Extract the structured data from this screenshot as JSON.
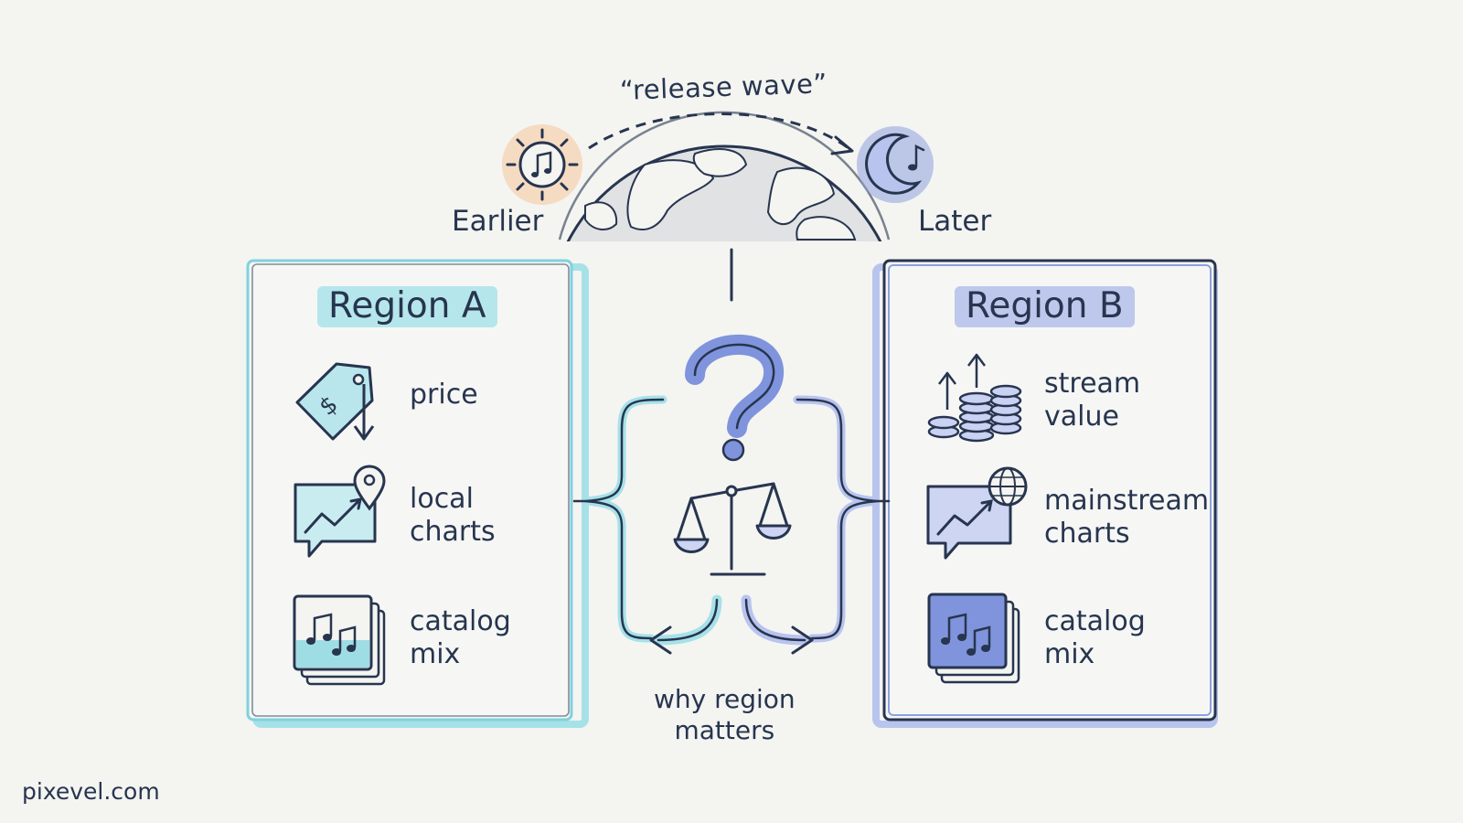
{
  "wave_label": "“release wave”",
  "time_labels": {
    "earlier": "Earlier",
    "later": "Later"
  },
  "region_a": {
    "title": "Region A",
    "items": [
      {
        "label": "price",
        "icon": "price-tag-down-icon"
      },
      {
        "label": "local\ncharts",
        "icon": "local-chart-pin-icon"
      },
      {
        "label": "catalog\nmix",
        "icon": "music-catalog-stack-icon"
      }
    ]
  },
  "region_b": {
    "title": "Region B",
    "items": [
      {
        "label": "stream\nvalue",
        "icon": "coins-up-arrows-icon"
      },
      {
        "label": "mainstream\ncharts",
        "icon": "global-chart-icon"
      },
      {
        "label": "catalog\nmix",
        "icon": "music-catalog-stack-icon"
      }
    ]
  },
  "center_caption": "why region\nmatters",
  "footer": "pixevel.com",
  "colors": {
    "region_a_accent": "#7fd2dd",
    "region_b_accent": "#98a9e2",
    "ink": "#27354f",
    "sun": "#f6c79a",
    "moon": "#8ea1de"
  }
}
